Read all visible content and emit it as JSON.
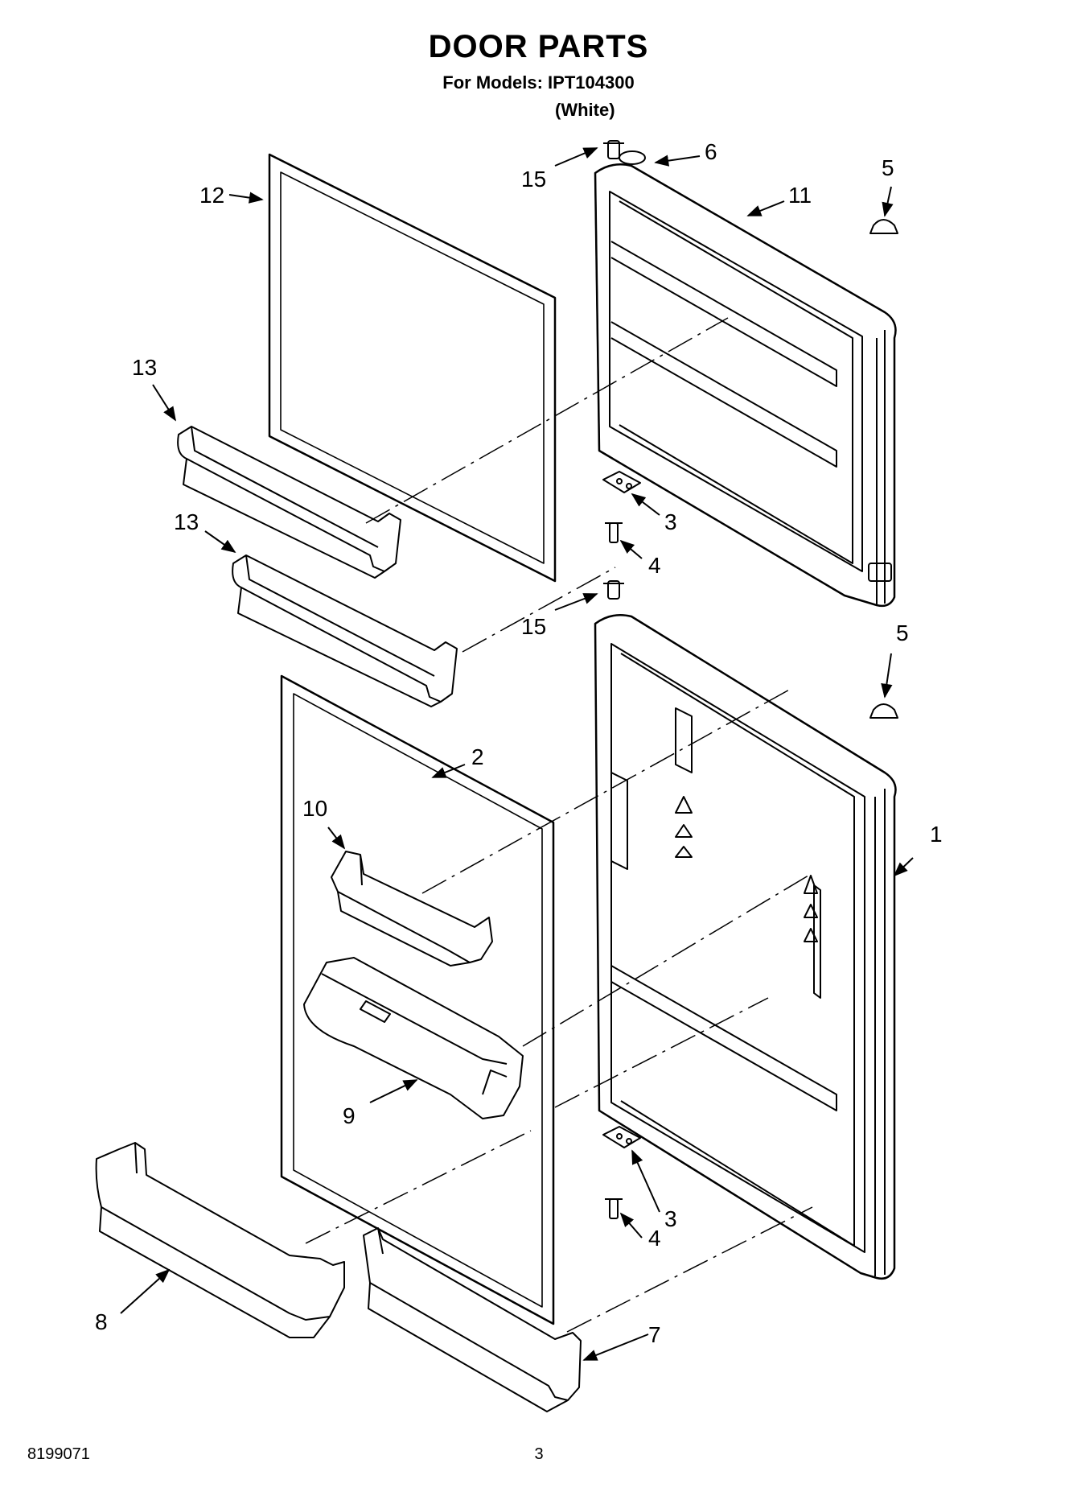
{
  "header": {
    "title": "DOOR PARTS",
    "subtitle": "For Models: IPT104300",
    "variant": "(White)"
  },
  "footer": {
    "doc_number": "8199071",
    "page_number": "3"
  },
  "callouts": {
    "c1": "1",
    "c2": "2",
    "c3a": "3",
    "c3b": "3",
    "c4a": "4",
    "c4b": "4",
    "c5a": "5",
    "c5b": "5",
    "c6": "6",
    "c7": "7",
    "c8": "8",
    "c9": "9",
    "c10": "10",
    "c11": "11",
    "c12": "12",
    "c13a": "13",
    "c13b": "13",
    "c15a": "15",
    "c15b": "15"
  }
}
